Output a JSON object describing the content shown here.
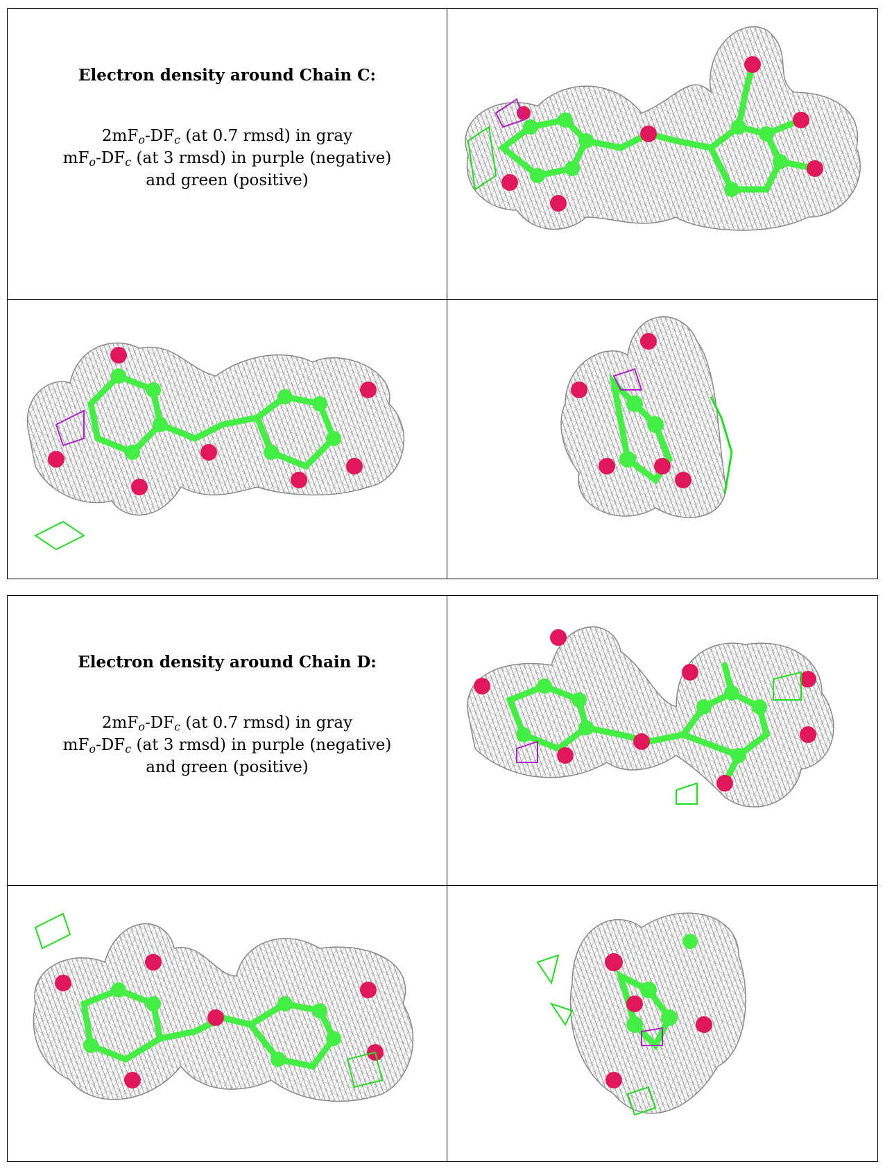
{
  "panels": [
    {
      "title": "Electron density around Chain C:",
      "line1": {
        "pre": "2mF",
        "s1": "o",
        "mid": "-DF",
        "s2": "c",
        "post": " (at 0.7 rmsd) in gray"
      },
      "line2": {
        "pre": "mF",
        "s1": "o",
        "mid": "-DF",
        "s2": "c",
        "post": " (at 3 rmsd) in purple (negative)"
      },
      "line3": "and green (positive)"
    },
    {
      "title": "Electron density around Chain D:",
      "line1": {
        "pre": "2mF",
        "s1": "o",
        "mid": "-DF",
        "s2": "c",
        "post": " (at 0.7 rmsd) in gray"
      },
      "line2": {
        "pre": "mF",
        "s1": "o",
        "mid": "-DF",
        "s2": "c",
        "post": " (at 3 rmsd) in purple (negative)"
      },
      "line3": "and green (positive)"
    }
  ],
  "colors": {
    "mesh_gray": "#9a9a9a",
    "carbon_green": "#44ee44",
    "oxygen_red": "#e0175a",
    "negative_purple": "#b020c8",
    "positive_green": "#22dd22"
  }
}
